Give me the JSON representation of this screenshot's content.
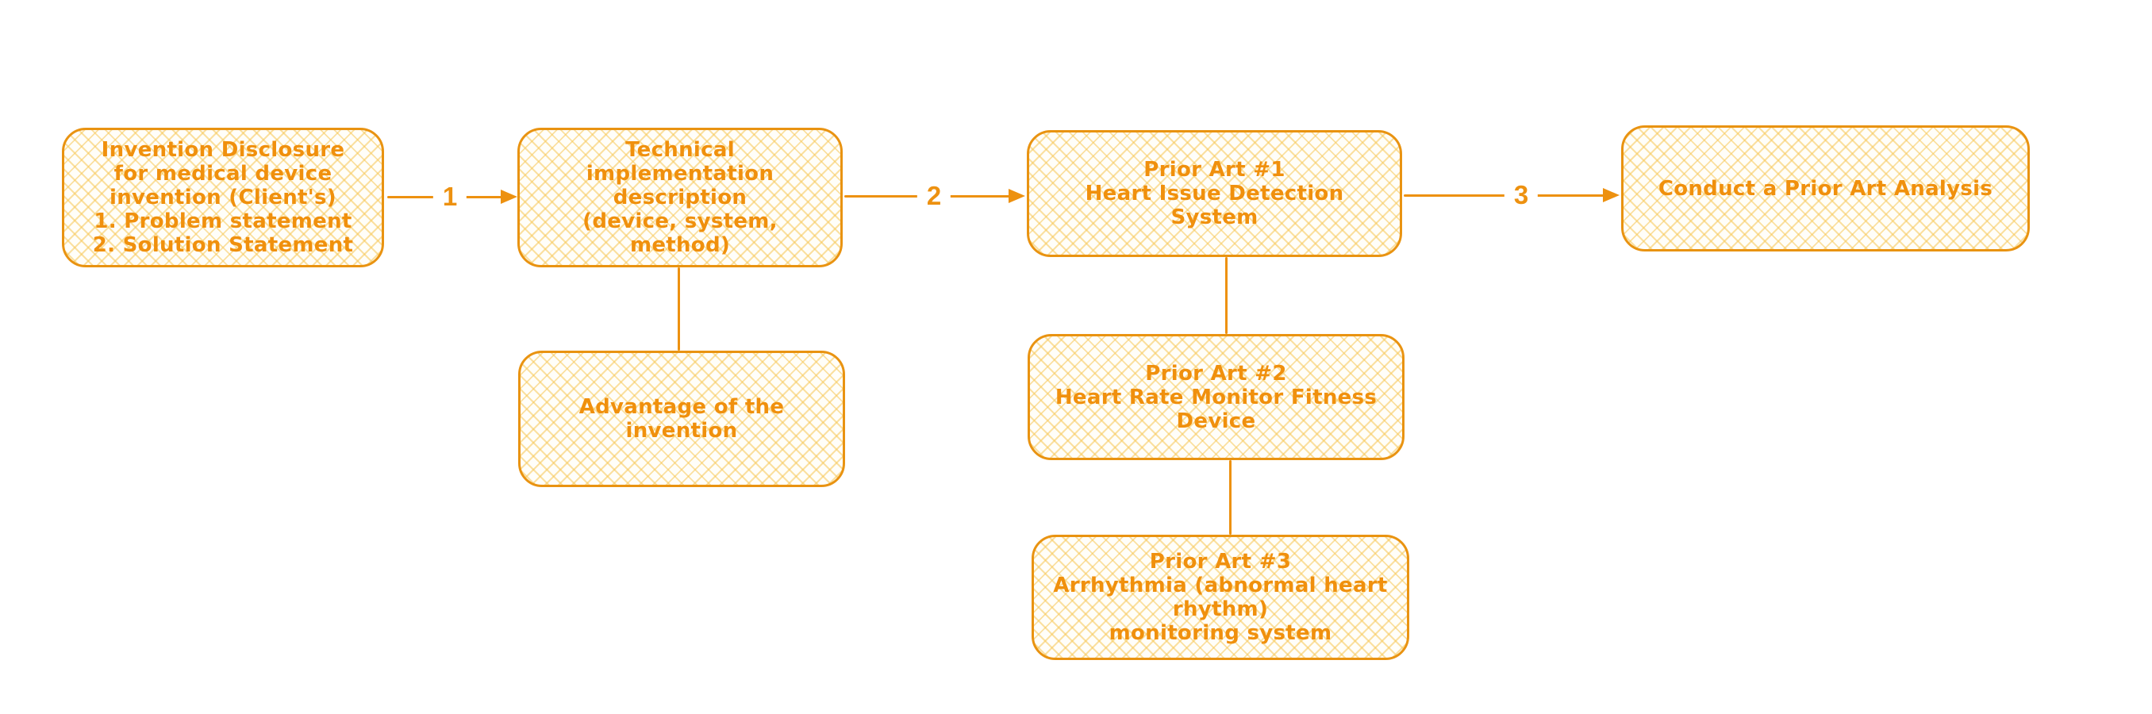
{
  "diagram": {
    "background_color": "#ffffff",
    "stroke_color": "#e99311",
    "text_color": "#f0900d",
    "fill_hatch_color": "#f9dfa0",
    "nodes": {
      "invention_disclosure": {
        "text": "Invention Disclosure\nfor medical device\ninvention (Client's)\n1. Problem statement\n2. Solution Statement"
      },
      "technical_implementation": {
        "text": "Technical implementation\ndescription\n(device, system, method)"
      },
      "prior_art_1": {
        "text": "Prior Art #1\nHeart Issue Detection System"
      },
      "conduct_prior_art_analysis": {
        "text": "Conduct a Prior Art Analysis"
      },
      "advantage": {
        "text": "Advantage of the invention"
      },
      "prior_art_2": {
        "text": "Prior Art #2\nHeart Rate Monitor Fitness Device"
      },
      "prior_art_3": {
        "text": "Prior Art #3\nArrhythmia (abnormal heart rhythm)\nmonitoring system"
      }
    },
    "edges": {
      "step1": {
        "label": "1"
      },
      "step2": {
        "label": "2"
      },
      "step3": {
        "label": "3"
      }
    }
  }
}
